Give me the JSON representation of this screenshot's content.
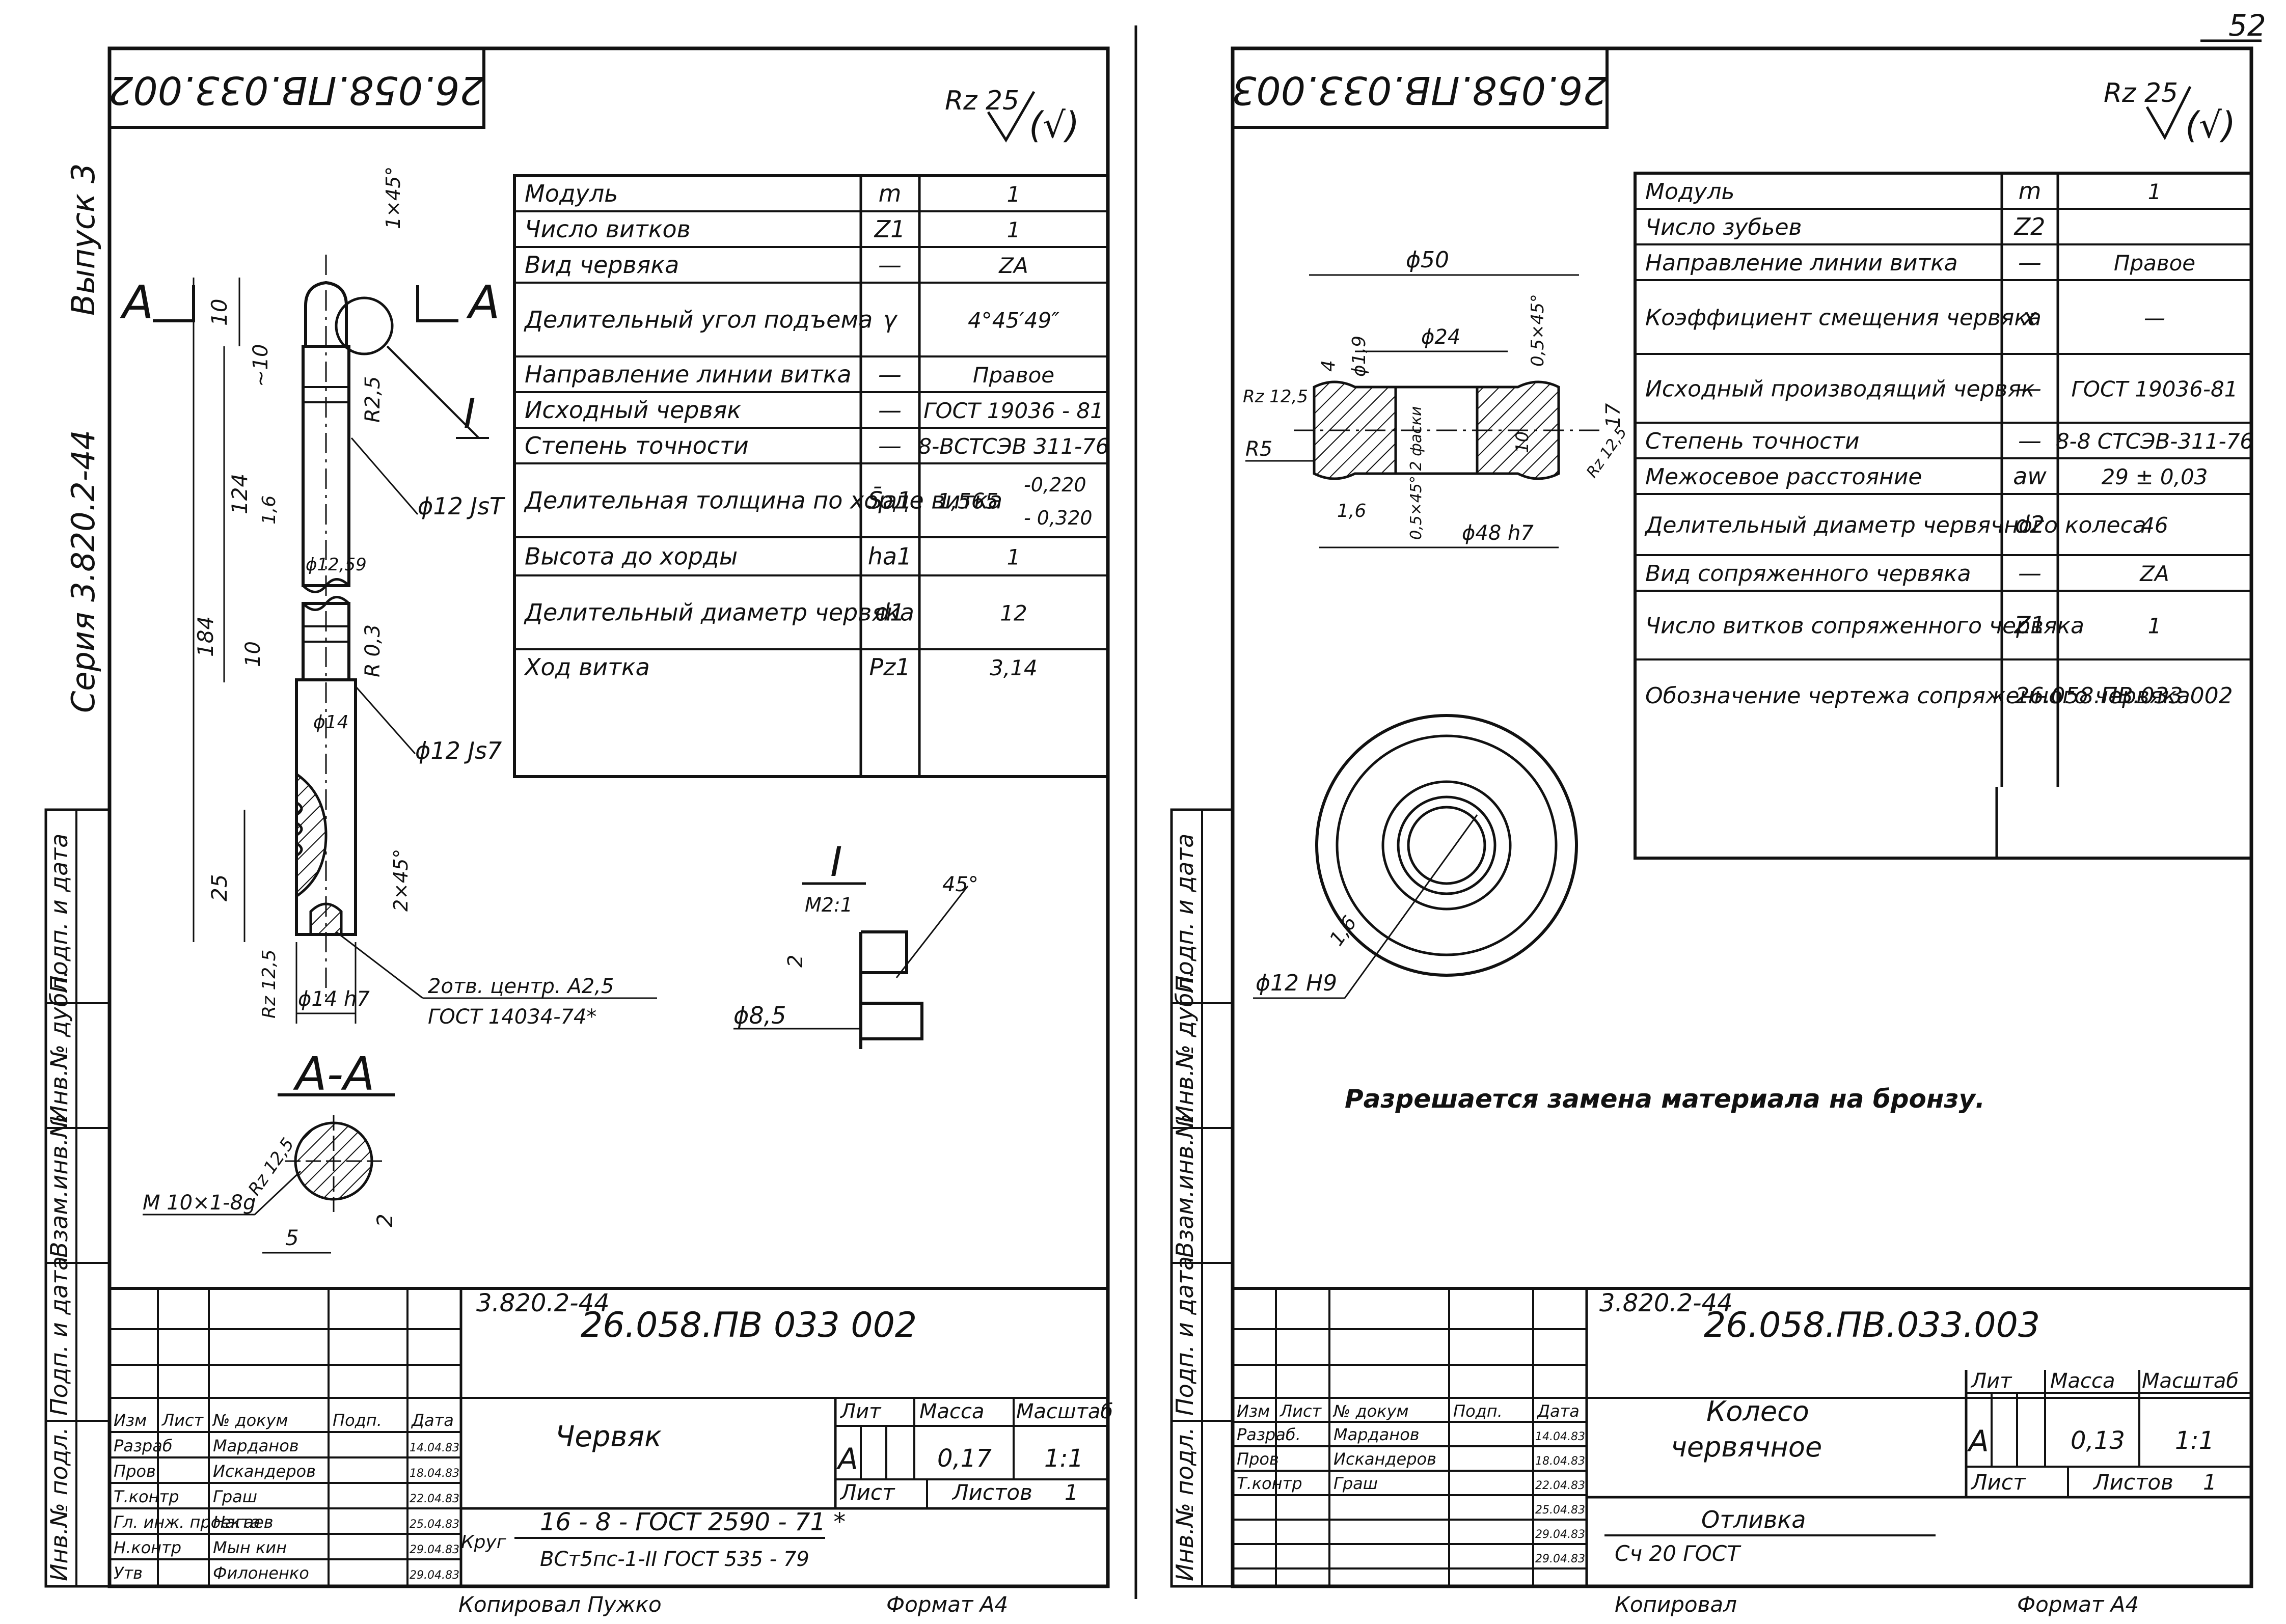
{
  "page_number": "52",
  "colors": {
    "ink": "#111111",
    "paper": "#ffffff"
  },
  "left_sheet": {
    "stamp": "26.058.ПВ.033.002",
    "roughness": "Rz 25",
    "roughness_check": "(√)",
    "margin": {
      "series": "Серия 3.820.2-44",
      "issue": "Выпуск 3"
    },
    "side_columns": [
      "Подп. и дата",
      "Инв.№ дубл.",
      "Взам.инв.№",
      "Подп. и дата",
      "Инв.№ подл."
    ],
    "param_table": [
      {
        "name": "Модуль",
        "sym": "m",
        "val": "1"
      },
      {
        "name": "Число витков",
        "sym": "Z1",
        "val": "1"
      },
      {
        "name": "Вид червяка",
        "sym": "—",
        "val": "ZA"
      },
      {
        "name": "Делительный угол подъема",
        "sym": "γ",
        "val": "4°45′49″"
      },
      {
        "name": "Направление линии витка",
        "sym": "—",
        "val": "Правое"
      },
      {
        "name": "Исходный червяк",
        "sym": "—",
        "val": "ГОСТ 19036 - 81"
      },
      {
        "name": "Степень точности",
        "sym": "—",
        "val": "8-ВСТСЭВ 311-76"
      },
      {
        "name": "Делительная толщина по хорде витка",
        "sym": "S̄a1",
        "val": "1,565",
        "tol_upper": "-0,220",
        "tol_lower": "- 0,320"
      },
      {
        "name": "Высота до хорды",
        "sym": "ha1",
        "val": "1"
      },
      {
        "name": "Делительный диаметр червяка",
        "sym": "d1",
        "val": "12"
      },
      {
        "name": "Ход витка",
        "sym": "Pz1",
        "val": "3,14"
      }
    ],
    "dims": {
      "chamfer_top": "1×45°",
      "d10": "10",
      "d_10": "~10",
      "r25": "R2,5",
      "d124": "124",
      "d16": "1,6",
      "d184": "184",
      "d1259": "ϕ12,59",
      "fit_top": "ϕ12 JsT",
      "r03": "R 0,3",
      "d10b": "10",
      "d14": "ϕ14",
      "fit_mid": "ϕ12 Js7",
      "d25": "25",
      "chamfer_b": "2×45°",
      "rz_end": "Rz 12,5",
      "fit_bottom": "ϕ14 h7",
      "centers": "2отв. центр. А2,5",
      "centers_std": "ГОСТ 14034-74*"
    },
    "markers": {
      "a_left": "А",
      "a_right": "А",
      "detail_ref": "I"
    },
    "section": {
      "title": "А-А",
      "thread": "M 10×1-8g",
      "rz": "Rz 12,5",
      "d5": "5",
      "d2": "2"
    },
    "detail": {
      "title": "I",
      "scale": "М2:1",
      "angle": "45°",
      "d2": "2",
      "d85": "ϕ8,5"
    },
    "title_block": {
      "series_no": "3.820.2-44",
      "code": "26.058.ПВ 033 002",
      "name": "Червяк",
      "header": [
        "Изм",
        "Лист",
        "№ докум",
        "Подп.",
        "Дата"
      ],
      "roles": [
        {
          "role": "Разраб",
          "name": "Марданов",
          "date": "14.04.83"
        },
        {
          "role": "Пров",
          "name": "Искандеров",
          "date": "18.04.83"
        },
        {
          "role": "Т.контр",
          "name": "Граш",
          "date": "22.04.83"
        },
        {
          "role": "Гл. инж. проекта",
          "name": "Нагаев",
          "date": "25.04.83"
        },
        {
          "role": "Н.контр",
          "name": "Мын кин",
          "date": "29.04.83"
        },
        {
          "role": "Утв",
          "name": "Филоненко",
          "date": "29.04.83"
        }
      ],
      "lit_label": "Лит",
      "mass_label": "Масса",
      "scale_label": "Масштаб",
      "lit": "А",
      "mass": "0,17",
      "scale": "1:1",
      "sheet_label": "Лист",
      "sheets_label": "Листов",
      "sheets": "1",
      "material_prefix": "Круг",
      "material_1": "16 - 8 - ГОСТ 2590 - 71 *",
      "material_2": "ВСт5пс-1-II ГОСТ 535 - 79",
      "copied": "Копировал Пужко",
      "format": "Формат А4"
    }
  },
  "right_sheet": {
    "stamp": "26.058.ПВ.033.003",
    "roughness": "Rz 25",
    "roughness_check": "(√)",
    "side_columns": [
      "Подп. и дата",
      "Инв.№ дубл.",
      "Взам.инв.№",
      "Подп. и дата",
      "Инв.№ подл."
    ],
    "param_table": [
      {
        "name": "Модуль",
        "sym": "m",
        "val": "1"
      },
      {
        "name": "Число зубьев",
        "sym": "Z2",
        "val": ""
      },
      {
        "name": "Направление линии витка",
        "sym": "—",
        "val": "Правое"
      },
      {
        "name": "Коэффициент смещения червяка",
        "sym": "x",
        "val": "—"
      },
      {
        "name": "Исходный производящий червяк",
        "sym": "—",
        "val": "ГОСТ 19036-81"
      },
      {
        "name": "Степень точности",
        "sym": "—",
        "val": "8-8 СТСЭВ-311-76"
      },
      {
        "name": "Межосевое расстояние",
        "sym": "aw",
        "val": "29 ± 0,03"
      },
      {
        "name": "Делительный диаметр червячного колеса",
        "sym": "d2",
        "val": "46"
      },
      {
        "name": "Вид сопряженного червяка",
        "sym": "—",
        "val": "ZA"
      },
      {
        "name": "Число витков сопряженного червяка",
        "sym": "Z1",
        "val": "1"
      },
      {
        "name": "Обозначение чертежа сопряженного червяка",
        "sym": "",
        "val": "26.058.ПВ.033.002"
      }
    ],
    "dims": {
      "d50": "ϕ50",
      "d24": "ϕ24",
      "d19": "ϕ1,9",
      "d4": "4",
      "ch05": "0,5×45°",
      "d17": "17",
      "d10": "10",
      "rz125": "Rz 12,5",
      "r5": "R5",
      "rz125b": "Rz 12,5",
      "d16": "1,6",
      "ch05b": "0,5×45° 2 фаски",
      "d48": "ϕ48 h7",
      "d16b": "1,6",
      "d12h9": "ϕ12 H9"
    },
    "note": "Разрешается замена материала на бронзу.",
    "title_block": {
      "series_no": "3.820.2-44",
      "code": "26.058.ПВ.033.003",
      "name_1": "Колесо",
      "name_2": "червячное",
      "header": [
        "Изм",
        "Лист",
        "№ докум",
        "Подп.",
        "Дата"
      ],
      "roles": [
        {
          "role": "Разраб.",
          "name": "Марданов",
          "date": "14.04.83"
        },
        {
          "role": "Пров",
          "name": "Искандеров",
          "date": "18.04.83"
        },
        {
          "role": "Т.контр",
          "name": "Граш",
          "date": "22.04.83"
        },
        {
          "role": "",
          "name": "",
          "date": "25.04.83"
        },
        {
          "role": "",
          "name": "",
          "date": "29.04.83"
        },
        {
          "role": "",
          "name": "",
          "date": "29.04.83"
        }
      ],
      "lit_label": "Лит",
      "mass_label": "Масса",
      "scale_label": "Масштаб",
      "lit": "А",
      "mass": "0,13",
      "scale": "1:1",
      "sheet_label": "Лист",
      "sheets_label": "Листов",
      "sheets": "1",
      "material_1": "Отливка",
      "material_2": "Сч 20 ГОСТ",
      "copied": "Копировал",
      "format": "Формат А4"
    }
  }
}
